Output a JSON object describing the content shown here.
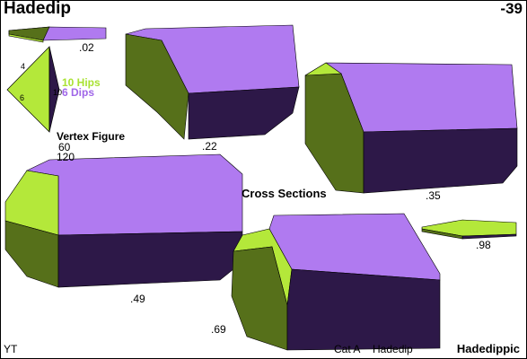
{
  "header": {
    "title": "Hadedip",
    "number": "-39"
  },
  "colors": {
    "light_green": "#b4e83a",
    "dark_green": "#56701a",
    "purple": "#b07af0",
    "dark_purple": "#2d1848",
    "outline": "#000000"
  },
  "vertex_figure": {
    "label": "Vertex Figure",
    "edge_labels": [
      "4",
      "6",
      "10"
    ],
    "angles": [
      "60",
      "120"
    ],
    "legend": {
      "hips": "10 Hips",
      "dips": "6 Dips"
    }
  },
  "cross_sections": {
    "label": "Cross Sections",
    "values": [
      ".02",
      ".22",
      ".35",
      ".49",
      ".69",
      ".98"
    ]
  },
  "footer": {
    "author": "YT",
    "category": "Cat A",
    "short_name": "Hadedip",
    "full_name": "Hadedippic"
  }
}
